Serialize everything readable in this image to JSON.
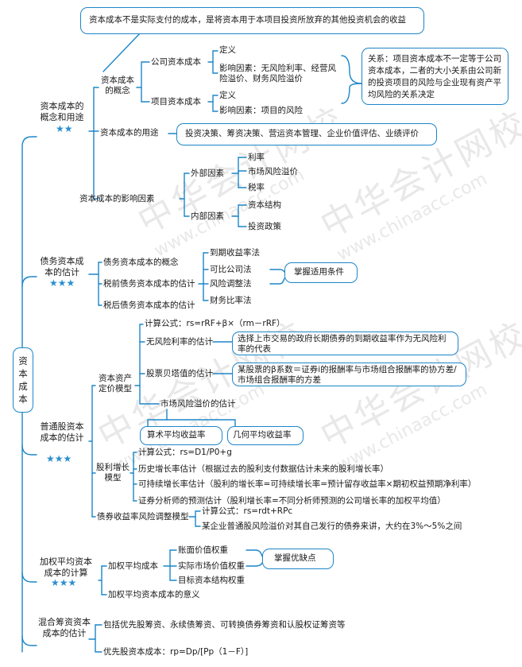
{
  "root": "资本成本",
  "watermark": {
    "cn": "中华会计网校",
    "en": "www.chinaacc.com"
  },
  "sections": {
    "concept": {
      "title": "资本成本的概念和用途",
      "stars": "★★",
      "top_note": "资本成本不是实际支付的成本，是将资本用于本项目投资所放弃的其他投资机会的收益",
      "concept_node": "资本成本的概念",
      "company": "公司资本成本",
      "company_def": "定义",
      "company_factors": "影响因素：无风险利率、经营风险溢价、财务风险溢价",
      "project": "项目资本成本",
      "project_def": "定义",
      "project_factors": "影响因素：项目的风险",
      "relation": "关系：项目资本成本不一定等于公司资本成本，二者的大小关系由公司新的投资项目的风险与企业现有资产平均风险的关系决定",
      "uses_node": "资本成本的用途",
      "uses": "投资决策、筹资决策、营运资本管理、企业价值评估、业绩评价",
      "factors_node": "资本成本的影响因素",
      "external": "外部因素",
      "external_items": [
        "利率",
        "市场风险溢价",
        "税率"
      ],
      "internal": "内部因素",
      "internal_items": [
        "资本结构",
        "投资政策"
      ]
    },
    "debt": {
      "title": "债务资本成本的估计",
      "stars": "★★★",
      "items": [
        "债务资本成本的概念",
        "税前债务资本成本的估计",
        "税后债务资本成本的估计"
      ],
      "methods": [
        "到期收益率法",
        "可比公司法",
        "风险调整法",
        "财务比率法"
      ],
      "note": "掌握适用条件"
    },
    "equity": {
      "title": "普通股资本成本的估计",
      "stars": "★★★",
      "capm": "资本资产定价模型",
      "capm_formula": "计算公式：rs=rRF+β×（rm－rRF）",
      "rf_node": "无风险利率的估计",
      "rf_note": "选择上市交易的政府长期债券的到期收益率作为无风险利率的代表",
      "beta_node": "股票贝塔值的估计",
      "beta_note": "某股票的β系数＝证券i的报酬率与市场组合报酬率的协方差/市场组合报酬率的方差",
      "mrp_node": "市场风险溢价的估计",
      "mrp_items": [
        "算术平均收益率",
        "几何平均收益率"
      ],
      "dgm": "股利增长模型",
      "dgm_formula": "计算公式：rs=D1/P0+g",
      "dgm_items": [
        "历史增长率估计（根据过去的股利支付数据估计未来的股利增长率）",
        "可持续增长率估计（股利的增长率=可持续增长率=预计留存收益率×期初权益预期净利率）",
        "证券分析师的预测估计（股利增长率=不同分析师预测的公司增长率的加权平均值）"
      ],
      "bond": "债券收益率风险调整模型",
      "bond_formula": "计算公式：rs=rdt+RPc",
      "bond_note": "某企业普通股风险溢价对其自己发行的债券来讲，大约在3%～5%之间"
    },
    "wacc": {
      "title": "加权平均资本成本的计算",
      "stars": "★★★",
      "node": "加权平均成本",
      "weights": [
        "账面价值权重",
        "实际市场价值权重",
        "目标资本结构权重"
      ],
      "note": "掌握优缺点",
      "meaning": "加权平均资本成本的意义"
    },
    "hybrid": {
      "title": "混合筹资资本成本的估计",
      "items": [
        "包括优先股筹资、永续债筹资、可转换债券筹资和认股权证筹资等",
        "优先股资本成本：rp=Dp/[Pp（1－F）]"
      ]
    }
  }
}
